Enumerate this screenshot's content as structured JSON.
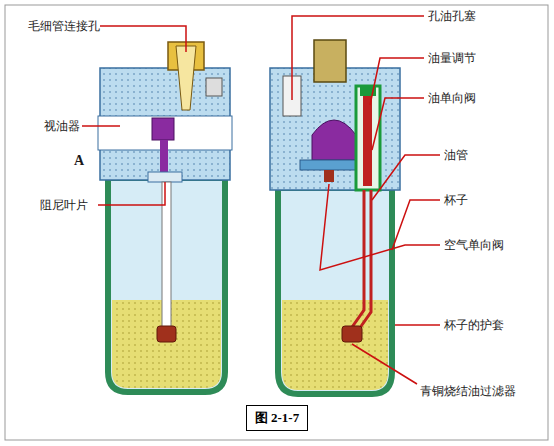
{
  "diagram": {
    "caption": "图 2-1-7",
    "labels": [
      "毛细管连接孔",
      "视油器",
      "A",
      "阻尼叶片",
      "孔油孔塞",
      "油量调节",
      "油单向阀",
      "油管",
      "杯子",
      "空气单向阀",
      "杯子的护套",
      "青铜烧结油过滤器"
    ]
  }
}
